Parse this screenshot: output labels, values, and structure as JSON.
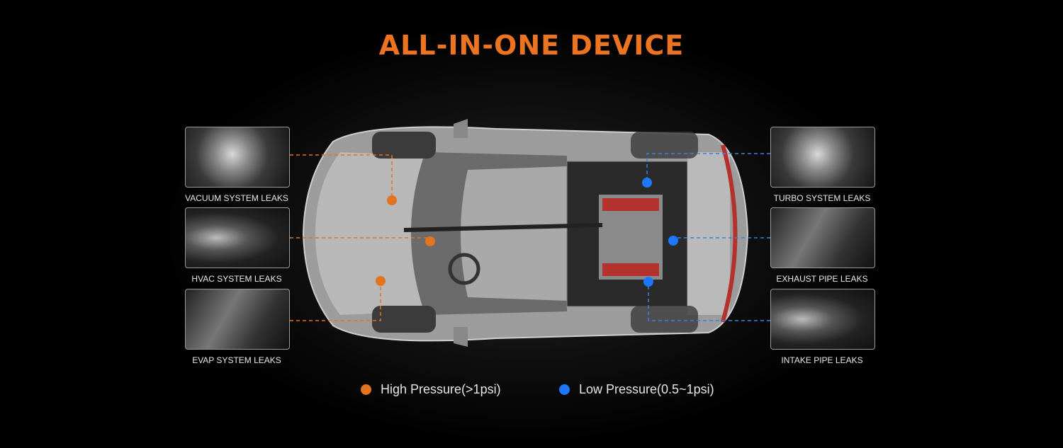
{
  "title": "ALL-IN-ONE DEVICE",
  "left_items": [
    {
      "label": "VACUUM SYSTEM LEAKS"
    },
    {
      "label": "HVAC SYSTEM LEAKS"
    },
    {
      "label": "EVAP SYSTEM LEAKS"
    }
  ],
  "right_items": [
    {
      "label": "TURBO SYSTEM LEAKS"
    },
    {
      "label": "EXHAUST PIPE LEAKS"
    },
    {
      "label": "INTAKE PIPE LEAKS"
    }
  ],
  "legend": {
    "high": {
      "label": "High Pressure(>1psi)",
      "color": "#e2731f"
    },
    "low": {
      "label": "Low Pressure(0.5~1psi)",
      "color": "#1e78ff"
    }
  }
}
